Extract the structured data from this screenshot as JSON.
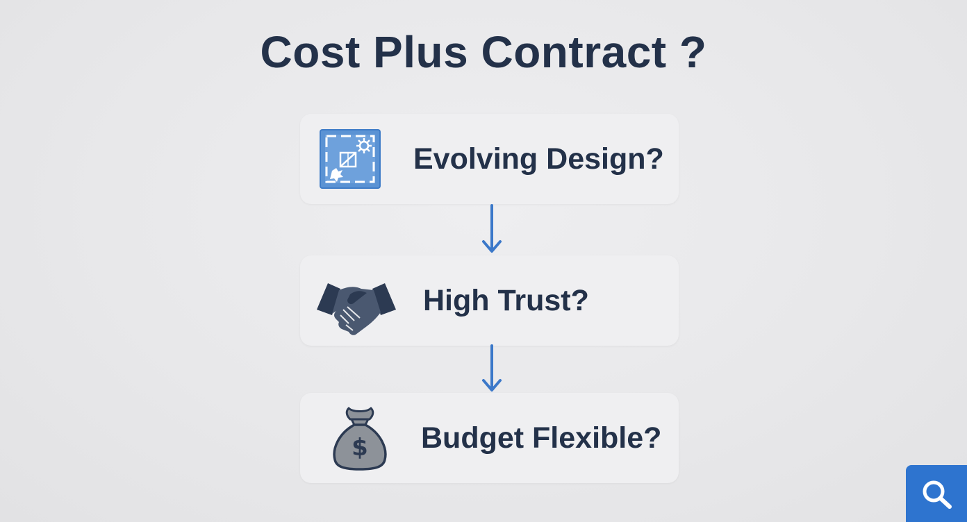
{
  "title": "Cost Plus Contract ?",
  "steps": [
    {
      "label": "Evolving Design?",
      "icon": "design-blueprint-icon"
    },
    {
      "label": "High Trust?",
      "icon": "handshake-icon"
    },
    {
      "label": "Budget Flexible?",
      "icon": "money-bag-icon"
    }
  ],
  "search_button": {
    "icon": "search-icon"
  },
  "colors": {
    "title": "#233149",
    "text": "#233149",
    "arrow": "#3b78c9",
    "card": "#efeff1",
    "accent": "#2e74cf",
    "icon_dark": "#2c3a52",
    "bag": "#8d9299"
  }
}
